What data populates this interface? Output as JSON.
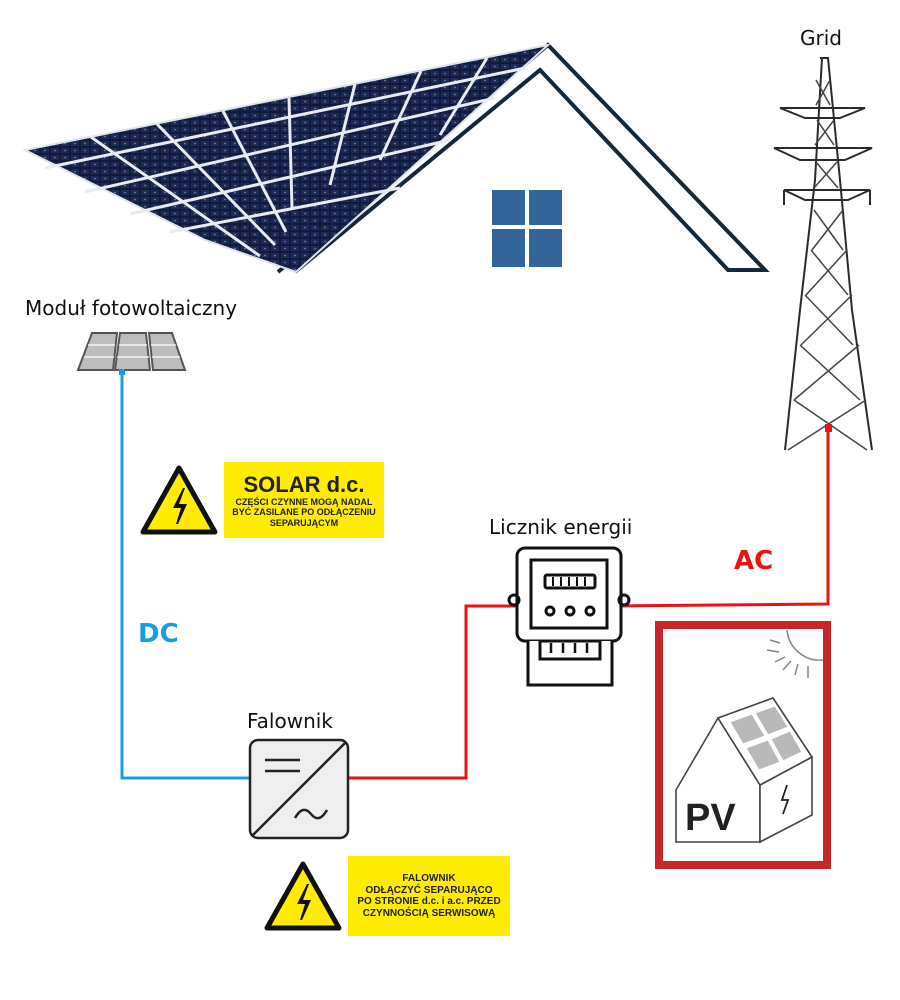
{
  "title": "Photovoltaic system connection diagram",
  "labels": {
    "grid": "Grid",
    "pv_module": "Moduł fotowoltaiczny",
    "meter": "Licznik energii",
    "inverter": "Falownik",
    "dc": "DC",
    "ac": "AC"
  },
  "colors": {
    "dc_wire": "#1a9be6",
    "ac_wire": "#ee1111",
    "window": "#33659a",
    "roof_outline": "#15283a",
    "sign_yellow": "#ffec00",
    "pv_frame": "#c8272a"
  },
  "signs": {
    "solar_dc": {
      "title": "SOLAR d.c.",
      "lines": [
        "CZĘŚCI CZYNNE MOGĄ NADAL",
        "BYĆ ZASILANE PO ODŁĄCZENIU",
        "SEPARUJĄCYM"
      ]
    },
    "inverter": {
      "lines": [
        "FALOWNIK",
        "ODŁĄCZYĆ SEPARUJĄCO",
        "PO STRONIE d.c. i a.c. PRZED",
        "CZYNNOŚCIĄ SERWISOWĄ"
      ]
    },
    "pv_badge": {
      "text": "PV"
    }
  }
}
